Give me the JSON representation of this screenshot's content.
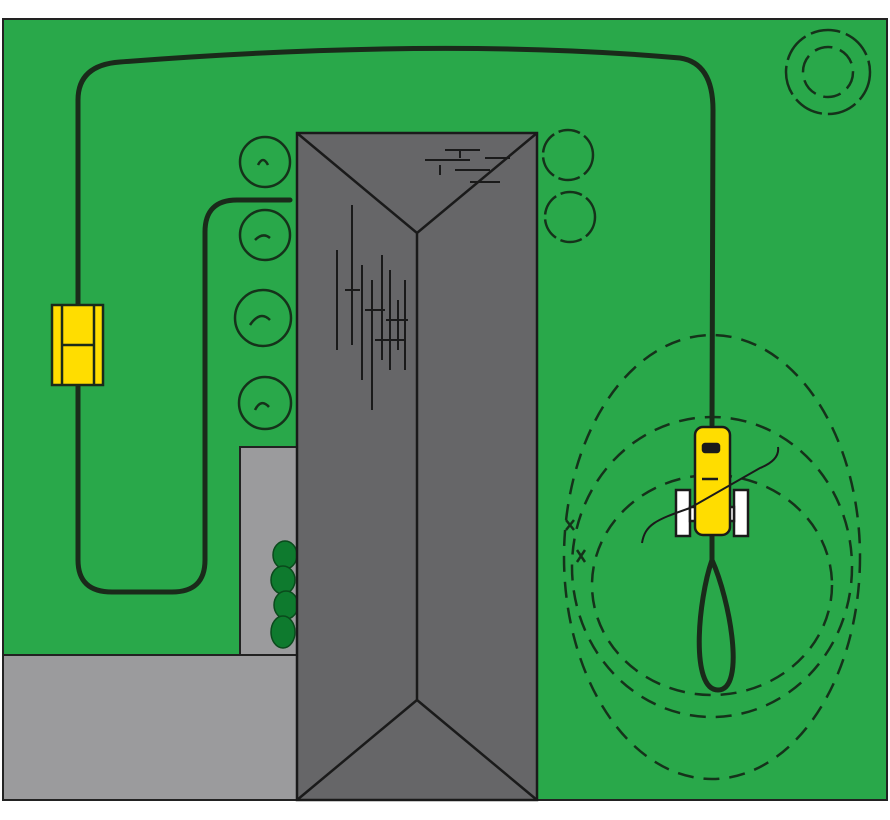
{
  "diagram": {
    "colors": {
      "lawn": "#29a84a",
      "roof": "#666668",
      "paving": "#9b9b9d",
      "wire": "#1a2a1a",
      "device": "#ffdd00",
      "hedge": "#0e7a2e",
      "wheel": "#ffffff"
    },
    "elements": [
      "lawn",
      "house-roof",
      "patio",
      "driveway",
      "trees",
      "boundary-wire",
      "charging-station",
      "robotic-mower",
      "signal-field"
    ]
  }
}
